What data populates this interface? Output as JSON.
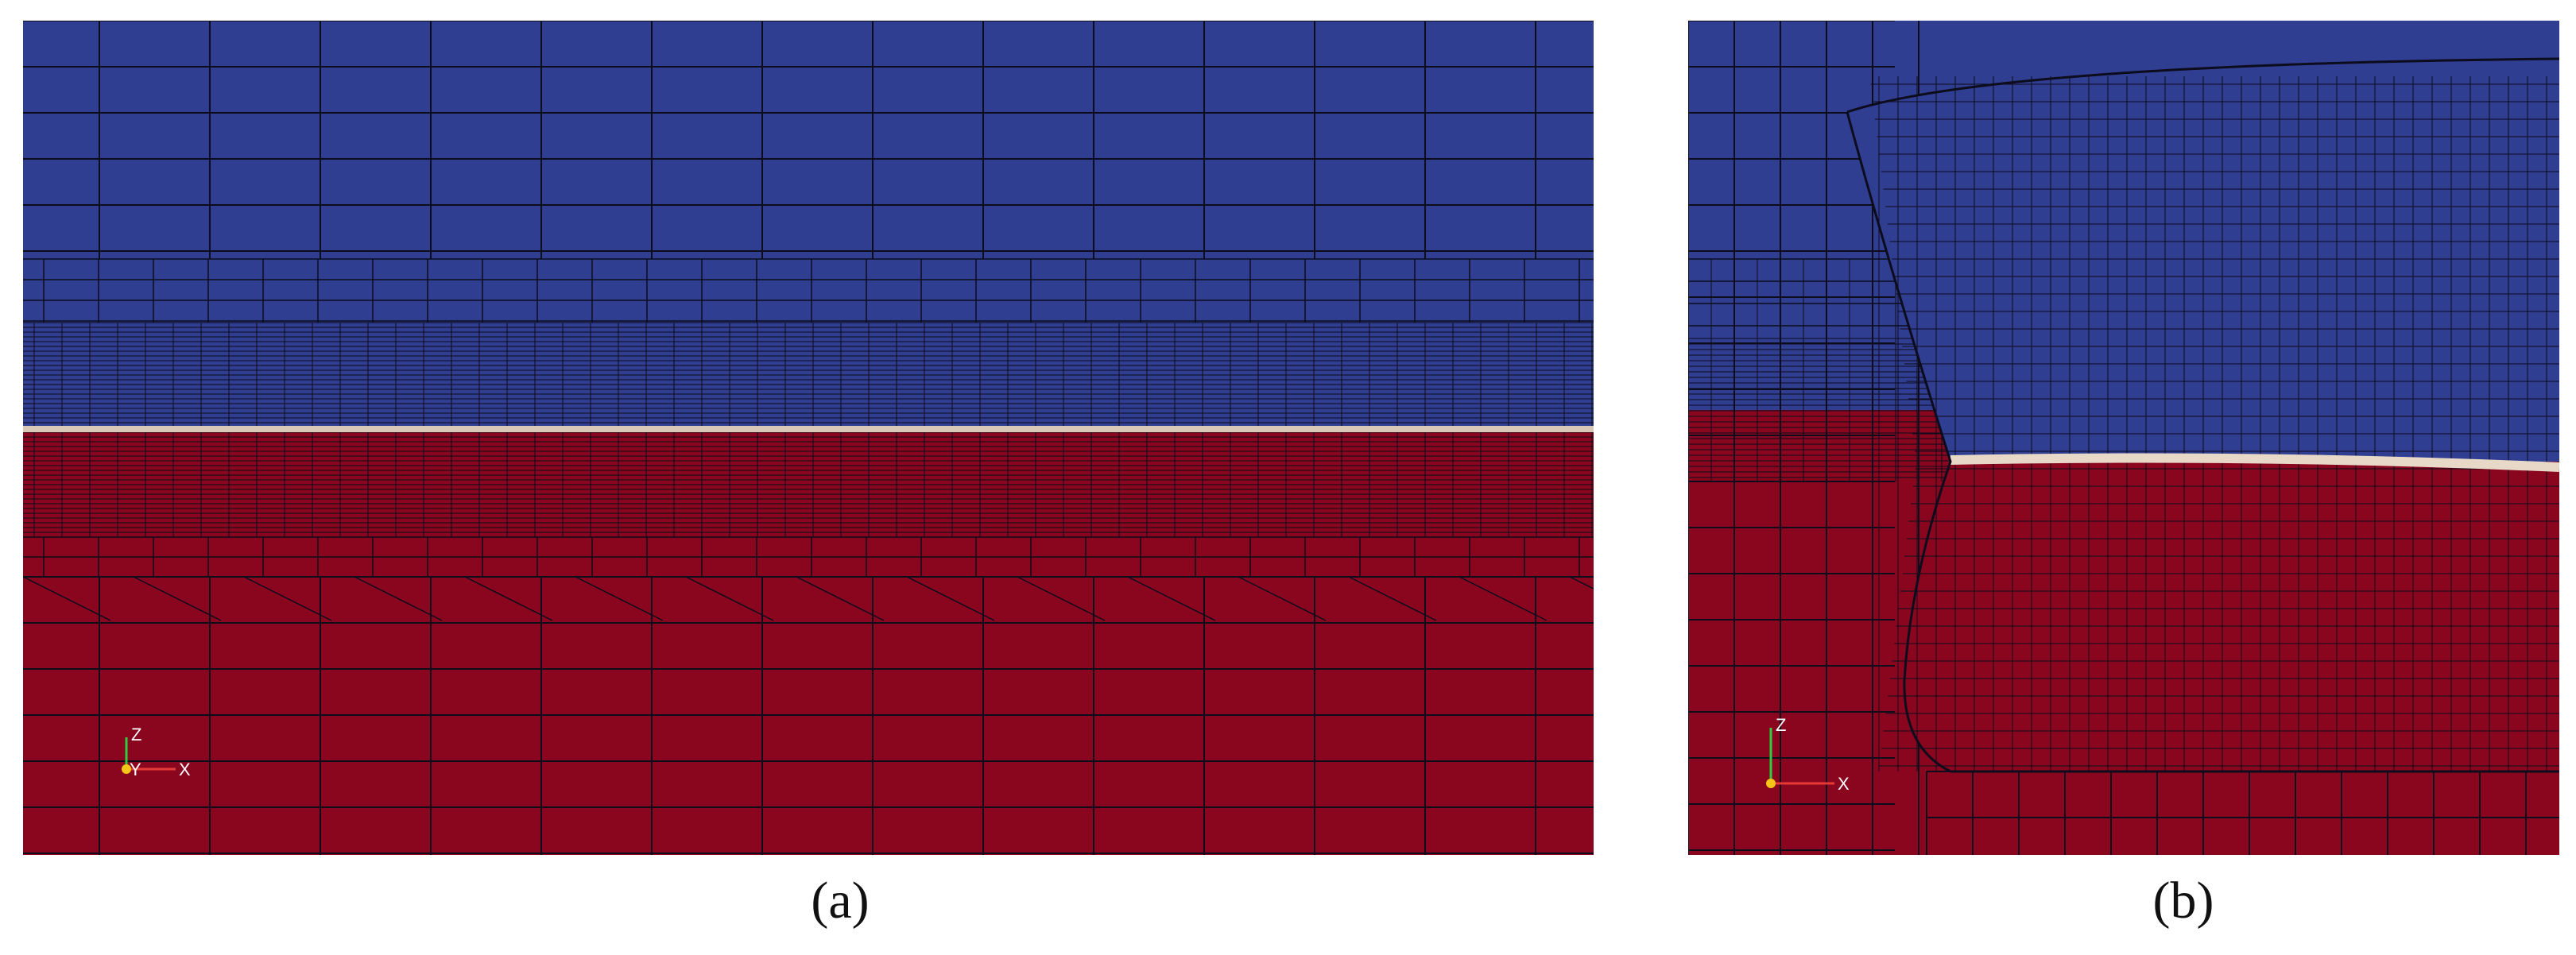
{
  "figure": {
    "panels": [
      {
        "id": "a",
        "caption": "(a)"
      },
      {
        "id": "b",
        "caption": "(b)"
      }
    ],
    "colors": {
      "air": "#2f3e90",
      "water": "#8a061f",
      "interface": "#d9c7b8",
      "mesh_line": "#0c0c1c"
    },
    "triad": {
      "z_label": "Z",
      "y_label": "Y",
      "x_label": "X"
    }
  }
}
